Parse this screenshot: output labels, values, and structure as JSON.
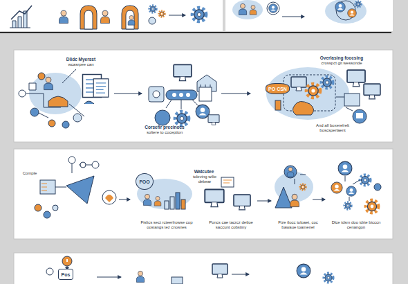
{
  "diagram": {
    "nodes": [
      {
        "text": [
          "PO CSN"
        ]
      },
      {
        "text": [
          "FOO"
        ]
      },
      {
        "text": [
          "Pos"
        ]
      }
    ],
    "labels": [
      "Dlidc Myersst",
      "wcasrpee can",
      "Corsefir precinocs",
      "soltere to coception",
      "Overlasing foocsing",
      "crosspct git wessonde",
      "And all boxerelrelt boscsperlaent",
      "Comple",
      "Watcutee",
      "toleving wilie debear",
      "Fislics sect rcteerlrowse cop oosiangs tez cnosnes",
      "Poncs cae tacrcz detloe saccunt cobstiny",
      "Fize tlocc toloaet, coc bawaue toamenel",
      "Dlce tdsm doo tdrte bicccn cenangon"
    ]
  }
}
